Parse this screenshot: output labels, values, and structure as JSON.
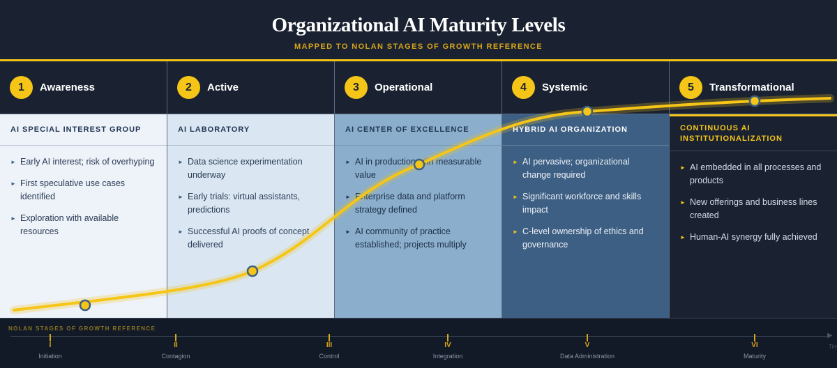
{
  "header": {
    "title": "Organizational AI Maturity Levels",
    "subtitle": "MAPPED TO NOLAN STAGES OF GROWTH REFERENCE"
  },
  "levels": [
    {
      "number": "1",
      "name": "Awareness",
      "stage": "AI SPECIAL INTEREST GROUP",
      "bullets": [
        "Early AI interest; risk of overhyping",
        "First speculative use cases identified",
        "Exploration with available resources"
      ]
    },
    {
      "number": "2",
      "name": "Active",
      "stage": "AI LABORATORY",
      "bullets": [
        "Data science experimentation underway",
        "Early trials: virtual assistants, predictions",
        "Successful AI proofs of concept delivered"
      ]
    },
    {
      "number": "3",
      "name": "Operational",
      "stage": "AI CENTER OF EXCELLENCE",
      "bullets": [
        "AI in production with measurable value",
        "Enterprise data and platform strategy defined",
        "AI community of practice established; projects multiply"
      ]
    },
    {
      "number": "4",
      "name": "Systemic",
      "stage": "HYBRID AI ORGANIZATION",
      "bullets": [
        "AI pervasive; organizational change required",
        "Significant workforce and skills impact",
        "C-level ownership of ethics and governance"
      ]
    },
    {
      "number": "5",
      "name": "Transformational",
      "stage": "CONTINUOUS AI INSTITUTIONALIZATION",
      "bullets": [
        "AI embedded in all processes and products",
        "New offerings and business lines created",
        "Human-AI synergy fully achieved"
      ]
    }
  ],
  "timeline": {
    "label": "NOLAN STAGES OF GROWTH REFERENCE",
    "end_label": "Time",
    "stages": [
      {
        "roman": "I",
        "name": "Initiation"
      },
      {
        "roman": "II",
        "name": "Contagion"
      },
      {
        "roman": "III",
        "name": "Control"
      },
      {
        "roman": "IV",
        "name": "Integration"
      },
      {
        "roman": "V",
        "name": "Data Administration"
      },
      {
        "roman": "VI",
        "name": "Maturity"
      }
    ]
  },
  "colors": {
    "accent": "#f5c518",
    "navy": "#1a2232",
    "node": "#3d5f83"
  }
}
